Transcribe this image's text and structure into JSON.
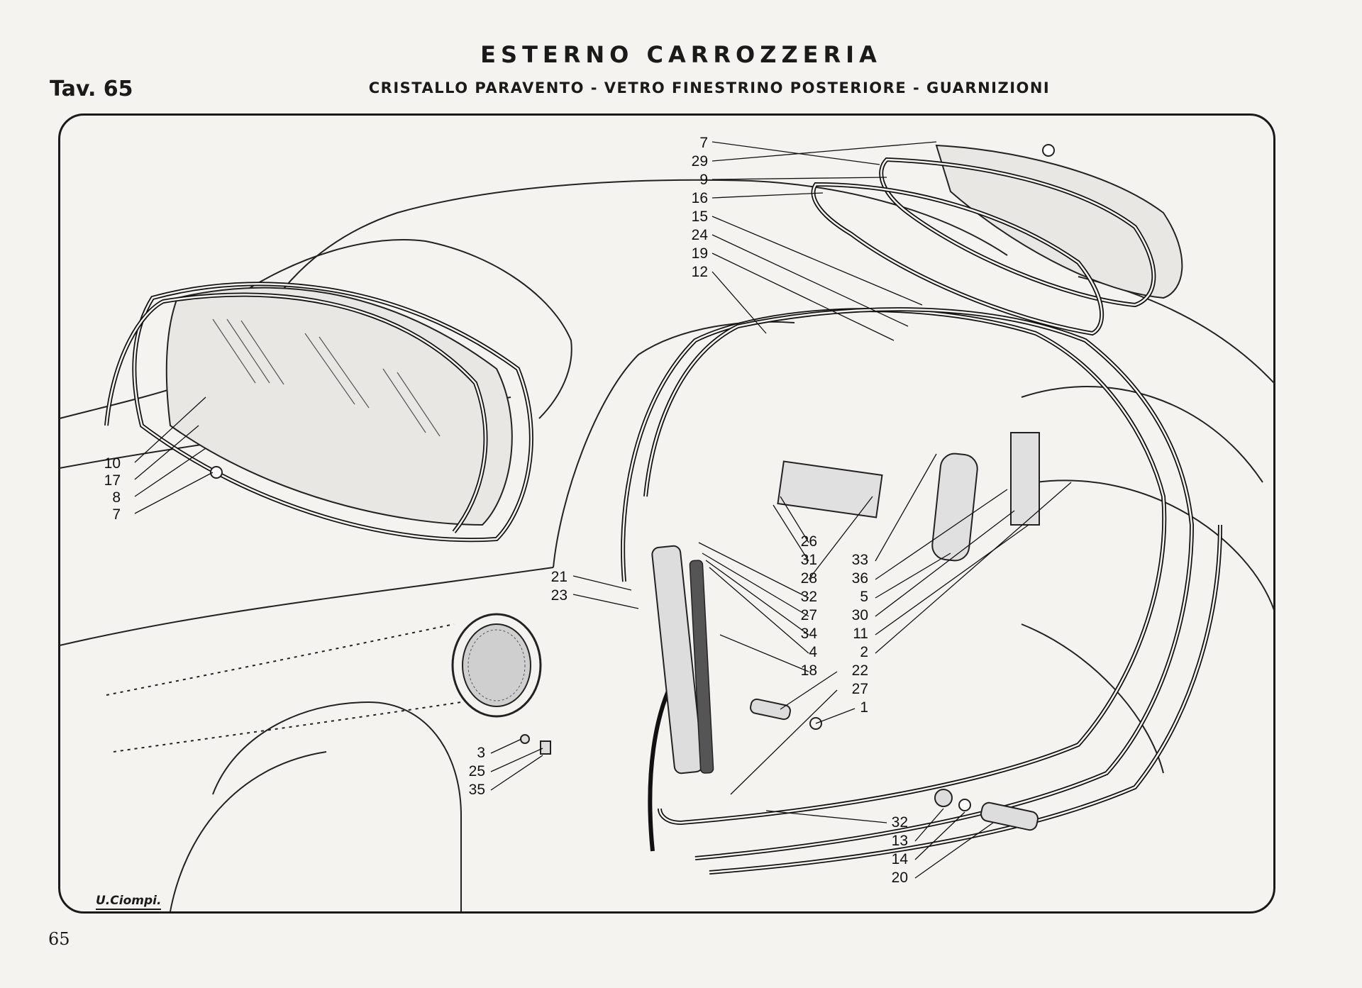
{
  "header": {
    "title": "ESTERNO CARROZZERIA",
    "subtitle": "CRISTALLO PARAVENTO - VETRO FINESTRINO POSTERIORE - GUARNIZIONI",
    "table_label": "Tav. 65"
  },
  "footer": {
    "page_number": "65",
    "signature": "U.Ciompi."
  },
  "callouts": {
    "windshield": [
      "10",
      "17",
      "8",
      "7"
    ],
    "rear_window": [
      "7",
      "29",
      "9",
      "16",
      "15",
      "24",
      "19",
      "12"
    ],
    "door_center": [
      "26",
      "31",
      "28",
      "32",
      "27",
      "34",
      "4",
      "18"
    ],
    "door_right": [
      "33",
      "36",
      "5",
      "30",
      "11",
      "2",
      "22",
      "27",
      "1"
    ],
    "hinge_left": [
      "21",
      "23"
    ],
    "fuel_cap": [
      "3",
      "25",
      "35"
    ],
    "bottom_right": [
      "32",
      "13",
      "14",
      "20"
    ]
  }
}
